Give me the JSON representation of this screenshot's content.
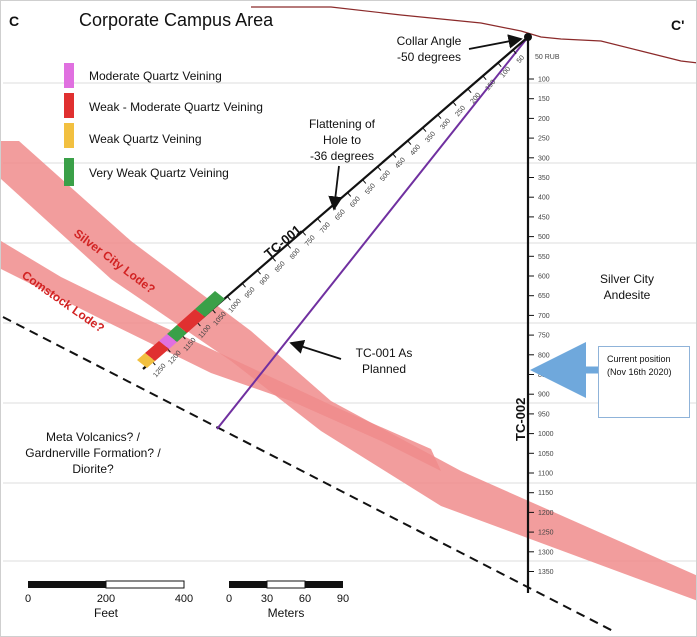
{
  "section": {
    "left_label": "C",
    "right_label": "C'",
    "title": "Corporate Campus Area"
  },
  "legend": {
    "items": [
      {
        "label": "Moderate Quartz Veining",
        "color": "#e070e0"
      },
      {
        "label": "Weak - Moderate Quartz Veining",
        "color": "#e03030"
      },
      {
        "label": "Weak Quartz Veining",
        "color": "#f2c040"
      },
      {
        "label": "Very Weak Quartz Veining",
        "color": "#3aa048"
      }
    ]
  },
  "annotations": {
    "collar_angle": [
      "Collar Angle",
      "-50 degrees"
    ],
    "flattening": [
      "Flattening of",
      "Hole to",
      "-36 degrees"
    ],
    "planned": [
      "TC-001 As",
      "Planned"
    ],
    "andesite": [
      "Silver City",
      "Andesite"
    ],
    "meta": [
      "Meta Volcanics? /",
      "Gardnerville Formation? /",
      "Diorite?"
    ]
  },
  "holes": {
    "tc001": "TC-001",
    "tc002": "TC-002"
  },
  "lodes": {
    "silver_city": "Silver City Lode?",
    "comstock": "Comstock Lode?"
  },
  "depth_scale": {
    "top": "50 RUB",
    "ticks": [
      "100",
      "150",
      "200",
      "250",
      "300",
      "350",
      "400",
      "450",
      "500",
      "550",
      "600",
      "650",
      "700",
      "750",
      "800",
      "850",
      "900",
      "950",
      "1000",
      "1050",
      "1100",
      "1150",
      "1200",
      "1250",
      "1300",
      "1350"
    ]
  },
  "tc001_ticks": [
    "50",
    "100",
    "150",
    "200",
    "250",
    "300",
    "350",
    "400",
    "450",
    "500",
    "550",
    "600",
    "650",
    "700",
    "750",
    "800",
    "850",
    "900",
    "950",
    "1000",
    "1050",
    "1100",
    "1150",
    "1200",
    "1250"
  ],
  "callout": {
    "line1": "Current position",
    "line2": "(Nov 16th 2020)"
  },
  "scale_feet": {
    "labels": [
      "0",
      "200",
      "400"
    ],
    "unit": "Feet"
  },
  "scale_meters": {
    "labels": [
      "0",
      "30",
      "60",
      "90"
    ],
    "unit": "Meters"
  },
  "colors": {
    "lode_fill": "#f08c8c",
    "planned_line": "#7030a0",
    "callout_arrow": "#6fa8dc",
    "topo": "#8b2a2a"
  }
}
